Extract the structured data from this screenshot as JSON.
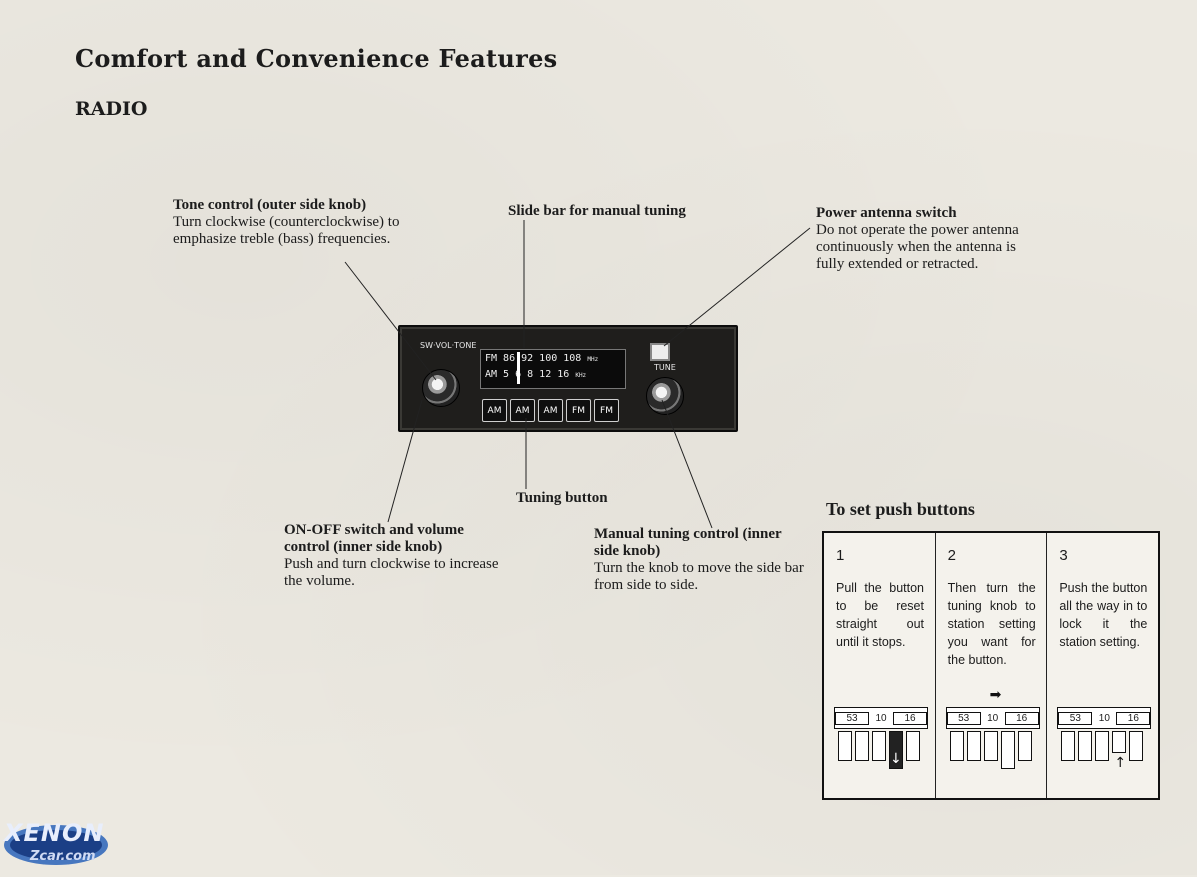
{
  "page": {
    "title": "Comfort and Convenience Features",
    "section": "RADIO"
  },
  "callouts": {
    "tone": {
      "heading": "Tone control (outer side knob)",
      "text": "Turn clockwise (counterclockwise) to emphasize treble (bass) frequencies."
    },
    "slide_bar": {
      "heading": "Slide bar for manual tuning"
    },
    "antenna": {
      "heading": "Power antenna switch",
      "text": "Do not operate the power antenna continuously when the antenna is fully extended or retracted."
    },
    "tuning_button": {
      "heading": "Tuning button"
    },
    "onoff": {
      "heading": "ON-OFF switch and volume control (inner side knob)",
      "text": "Push and turn clockwise to increase the volume."
    },
    "manual_tuning": {
      "heading": "Manual tuning control (inner side knob)",
      "text": "Turn the knob to move the side bar from side to side."
    }
  },
  "radio": {
    "panel_label": "SW·VOL·TONE",
    "tune_label": "TUNE",
    "fm_scale": "FM 86   92   100   108",
    "fm_unit": "MHz",
    "am_scale": "AM 5   6   8   12   16",
    "am_unit": "KHz",
    "buttons": [
      "AM",
      "AM",
      "AM",
      "FM",
      "FM"
    ]
  },
  "push_buttons": {
    "heading": "To set push buttons",
    "steps": [
      {
        "number": "1",
        "text": "Pull the button to be reset straight out until it stops."
      },
      {
        "number": "2",
        "text": "Then turn the tuning knob to station setting you want for the button."
      },
      {
        "number": "3",
        "text": "Push the button all the way in to lock it the station setting."
      }
    ],
    "strip_labels": [
      "53",
      "10",
      "16"
    ]
  },
  "watermark": {
    "brand": "XENON",
    "domain": "Zcar.com"
  }
}
